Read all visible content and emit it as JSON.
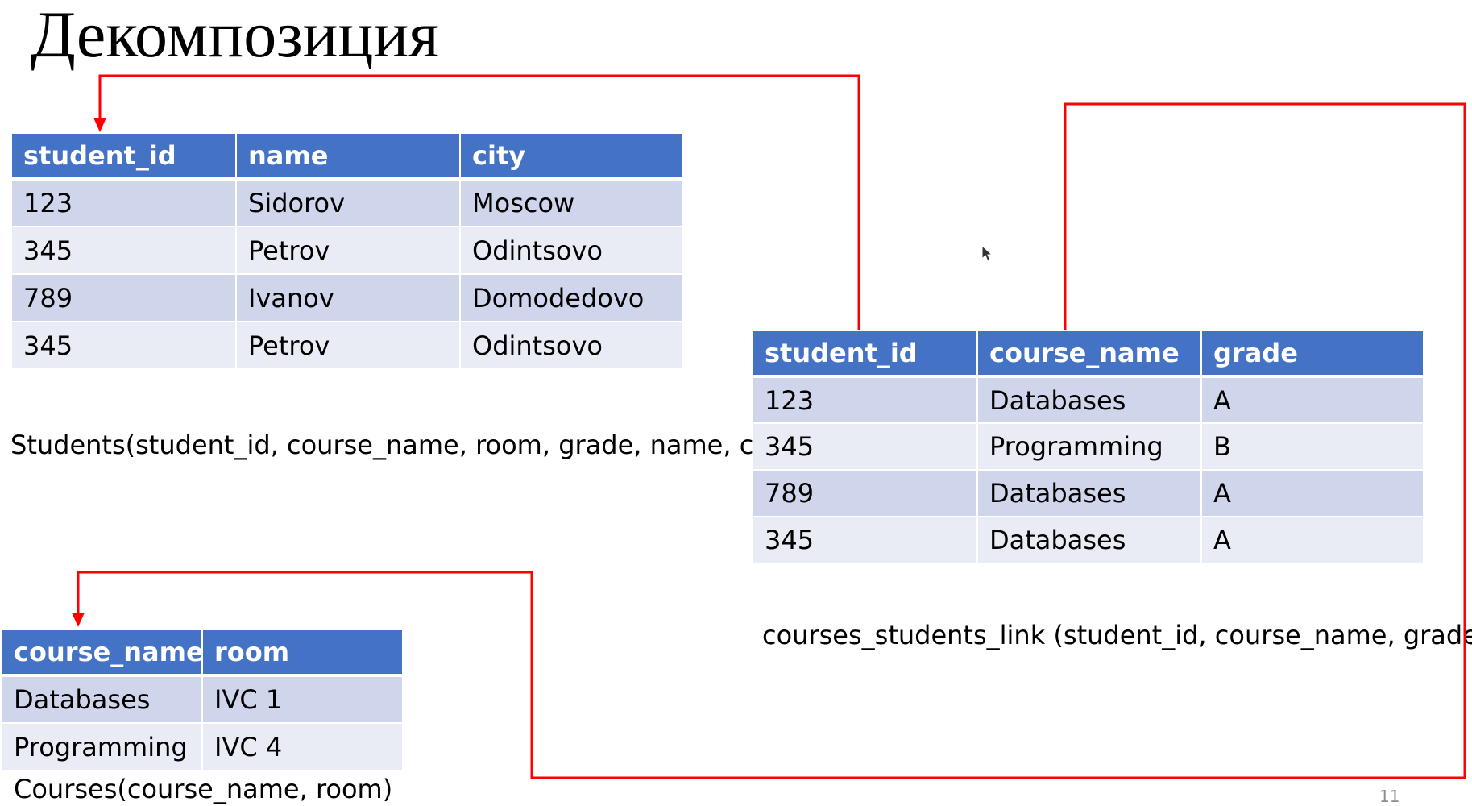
{
  "slide": {
    "title": "Декомпозиция",
    "page_number": "11"
  },
  "students_table": {
    "columns": [
      "student_id",
      "name",
      "city"
    ],
    "rows": [
      [
        "123",
        "Sidorov",
        "Moscow"
      ],
      [
        "345",
        "Petrov",
        "Odintsovo"
      ],
      [
        "789",
        "Ivanov",
        "Domodedovo"
      ],
      [
        "345",
        "Petrov",
        "Odintsovo"
      ]
    ],
    "schema": "Students(student_id, course_name, room, grade, name, city)"
  },
  "link_table": {
    "columns": [
      "student_id",
      "course_name",
      "grade"
    ],
    "rows": [
      [
        "123",
        "Databases",
        "A"
      ],
      [
        "345",
        "Programming",
        "B"
      ],
      [
        "789",
        "Databases",
        "A"
      ],
      [
        "345",
        "Databases",
        "A"
      ]
    ],
    "schema": "courses_students_link (student_id, course_name, grade)"
  },
  "courses_table": {
    "columns": [
      "course_name",
      "room"
    ],
    "rows": [
      [
        "Databases",
        "IVC 1"
      ],
      [
        "Programming",
        "IVC 4"
      ]
    ],
    "schema": "Courses(course_name, room)"
  },
  "colors": {
    "header": "#4472c4",
    "row_dark": "#cfd5ea",
    "row_light": "#e9ebf5",
    "connector": "#ff0000"
  }
}
